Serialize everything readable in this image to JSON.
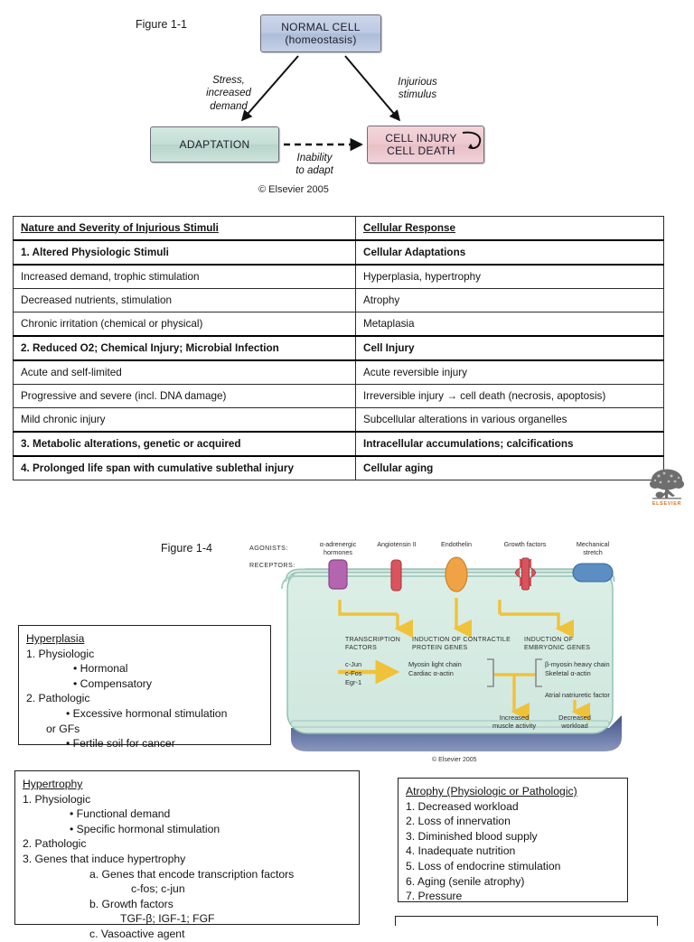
{
  "figure1": {
    "label": "Figure 1-1",
    "normal_cell": "NORMAL CELL\n(homeostasis)",
    "normal_cell_line1": "NORMAL CELL",
    "normal_cell_line2": "(homeostasis)",
    "adaptation": "ADAPTATION",
    "cell_injury_line1": "CELL INJURY",
    "cell_injury_line2": "CELL DEATH",
    "note_left": "Stress,\nincreased\ndemand",
    "note_left_l1": "Stress,",
    "note_left_l2": "increased",
    "note_left_l3": "demand",
    "note_right_l1": "Injurious",
    "note_right_l2": "stimulus",
    "note_mid_l1": "Inability",
    "note_mid_l2": "to adapt",
    "copyright": "© Elsevier 2005",
    "colors": {
      "normal_cell": "#bcc9e2",
      "adaptation": "#c4ded6",
      "cell_injury": "#eec8cf",
      "border": "#6d6d80"
    }
  },
  "table": {
    "headers": [
      "Nature and Severity of Injurious Stimuli",
      "Cellular Response"
    ],
    "rows": [
      {
        "style": "bold",
        "c1": "1.  Altered Physiologic Stimuli",
        "c2": "Cellular Adaptations"
      },
      {
        "style": "plain",
        "c1": "Increased demand, trophic stimulation",
        "c2": "Hyperplasia, hypertrophy"
      },
      {
        "style": "plain",
        "c1": "Decreased nutrients, stimulation",
        "c2": "Atrophy"
      },
      {
        "style": "plain",
        "c1": "Chronic irritation (chemical or physical)",
        "c2": "Metaplasia"
      },
      {
        "style": "bold",
        "c1": "2.  Reduced O2; Chemical Injury; Microbial Infection",
        "c2": "Cell Injury"
      },
      {
        "style": "plain",
        "c1": "Acute and self-limited",
        "c2": "Acute reversible injury"
      },
      {
        "style": "plain",
        "c1": "Progressive and severe (incl. DNA damage)",
        "c2": "Irreversible injury → cell death (necrosis, apoptosis)"
      },
      {
        "style": "plain",
        "c1": "Mild chronic injury",
        "c2": "Subcellular alterations in various organelles"
      },
      {
        "style": "bold",
        "c1": "3.  Metabolic alterations, genetic or acquired",
        "c2": "Intracellular accumulations; calcifications"
      },
      {
        "style": "bold",
        "c1": "4.  Prolonged life span with cumulative sublethal injury",
        "c2": "Cellular aging"
      }
    ]
  },
  "elsevier_logo": {
    "wordmark": "ELSEVIER",
    "color": "#d4721f"
  },
  "figure4": {
    "label": "Figure 1-4",
    "agonists_label": "AGONISTS:",
    "receptors_label": "RECEPTORS:",
    "agonists": [
      {
        "line1": "α-adrenergic",
        "line2": "hormones",
        "receptor_color": "#b365b0"
      },
      {
        "line1": "Angiotensin II",
        "line2": "",
        "receptor_color": "#d9545c"
      },
      {
        "line1": "Endothelin",
        "line2": "",
        "receptor_color": "#efa344"
      },
      {
        "line1": "Growth factors",
        "line2": "",
        "receptor_color": "#d9545c"
      },
      {
        "line1": "Mechanical",
        "line2": "stretch",
        "receptor_color": "#5c8ec4"
      }
    ],
    "pathways": [
      {
        "line1": "TRANSCRIPTION",
        "line2": "FACTORS"
      },
      {
        "line1": "INDUCTION OF CONTRACTILE",
        "line2": "PROTEIN GENES"
      },
      {
        "line1": "INDUCTION OF",
        "line2": "EMBRYONIC GENES"
      }
    ],
    "genes_left": [
      "c-Jun",
      "c-Fos",
      "Egr-1"
    ],
    "genes_mid": [
      "Myosin light chain",
      "Cardiac α-actin"
    ],
    "genes_right": [
      "β-myosin heavy chain",
      "Skeletal α-actin"
    ],
    "anf": "Atrial natriuretic factor",
    "outcome_left_l1": "Increased",
    "outcome_left_l2": "muscle activity",
    "outcome_right_l1": "Decreased",
    "outcome_right_l2": "workload",
    "copyright": "© Elsevier 2005",
    "colors": {
      "cytoplasm": "#d9ece4",
      "membrane": "#9cc6bb",
      "arrow": "#f0c23a",
      "base_band": "#5a6fa0"
    }
  },
  "hyperplasia_box": {
    "title": "Hyperplasia",
    "lines": [
      {
        "indent": "l1",
        "text": "1.  Physiologic"
      },
      {
        "indent": "l2",
        "text": "•  Hormonal"
      },
      {
        "indent": "l2",
        "text": "• Compensatory"
      },
      {
        "indent": "l1",
        "text": "2.  Pathologic"
      },
      {
        "indent": "l2b",
        "text": "• Excessive hormonal stimulation"
      },
      {
        "indent": "l3",
        "text": "or GFs"
      },
      {
        "indent": "l2b",
        "text": "• Fertile soil for cancer"
      }
    ]
  },
  "hypertrophy_box": {
    "title": "Hypertrophy",
    "lines": [
      {
        "indent": "l1",
        "text": "1.  Physiologic"
      },
      {
        "indent": "l2",
        "text": "• Functional demand"
      },
      {
        "indent": "l2",
        "text": "• Specific hormonal stimulation"
      },
      {
        "indent": "l1",
        "text": "2.  Pathologic"
      },
      {
        "indent": "l1",
        "text": "3.  Genes that induce hypertrophy"
      },
      {
        "indent": "l4",
        "text": "a.  Genes that encode transcription factors"
      },
      {
        "indent": "l5",
        "text": "c-fos; c-jun"
      },
      {
        "indent": "l4",
        "text": "b.  Growth factors"
      },
      {
        "indent": "l6",
        "text": "TGF-β; IGF-1; FGF"
      },
      {
        "indent": "l4",
        "text": "c.  Vasoactive agent"
      }
    ]
  },
  "atrophy_box": {
    "title": "Atrophy (Physiologic or Pathologic)",
    "lines": [
      {
        "indent": "l1",
        "text": "1.  Decreased workload"
      },
      {
        "indent": "l1",
        "text": "2.  Loss of innervation"
      },
      {
        "indent": "l1",
        "text": "3.  Diminished blood supply"
      },
      {
        "indent": "l1",
        "text": "4.  Inadequate nutrition"
      },
      {
        "indent": "l1",
        "text": "5.  Loss of endocrine stimulation"
      },
      {
        "indent": "l1",
        "text": "6.  Aging (senile atrophy)"
      },
      {
        "indent": "l1",
        "text": "7.  Pressure"
      }
    ]
  }
}
